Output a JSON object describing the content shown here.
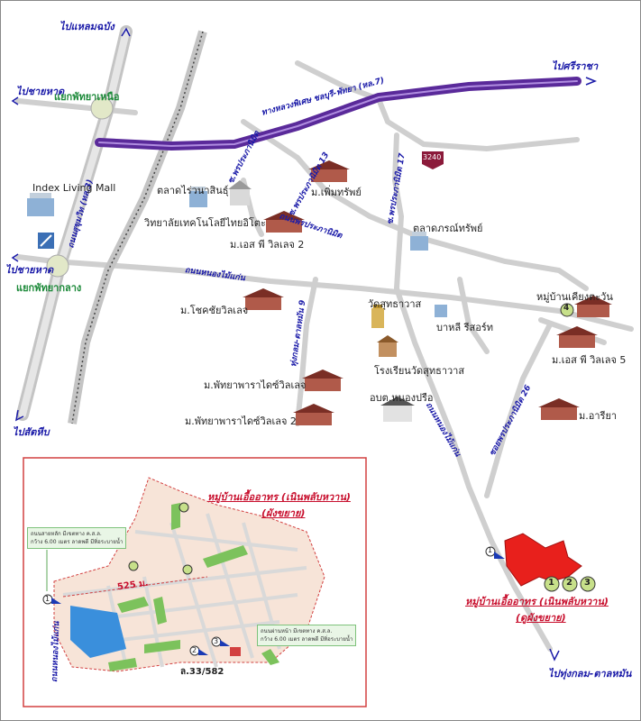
{
  "destinations": {
    "laem_chabang": "ไปแหลมฉบัง",
    "beach_top": "ไปชายหาด",
    "si_racha": "ไปศรีราชา",
    "beach_mid": "ไปชายหาด",
    "sattahip": "ไปสัตหีบ",
    "thung_klom": "ไปทุ่งกลม-ตาลหมัน"
  },
  "junctions": {
    "north": "แยกพัทยาเหนือ",
    "central": "แยกพัทยากลาง"
  },
  "roads": {
    "motorway": "ทางหลวงพิเศษ ชลบุรี-พัทยา (หล.7)",
    "sukhumvit": "ถนนสุขุมวิท (ทล.3)",
    "soi_13": "ซ.พรประภานิมิต 13",
    "soi_17": "ซ.พรประภานิมิต 17",
    "soi_tinh": "ซ.พรประภานิมิต",
    "pornprapa": "ถนนพรประภานิมิต",
    "nong_mai_kaen": "ถนนหนองไม้แก่น",
    "thung_klom_road": "ทุ่งกลม-ตาลหมัน 9",
    "nong_mai_kaen_2": "ถนนหนองไม้แก่น",
    "pornprapa_26": "ซอยพรประภานิมิต 26",
    "route_badge": "3240"
  },
  "places": {
    "index": "Index Living Mall",
    "talad": "ตลาดไร่วนาสินธุ์",
    "tech": "วิทยาลัยเทคโนโลยีไทยอิโตะ",
    "ms_villa2": "ม.เอส พี วิลเลจ 2",
    "m_permsap": "ม.เพิ่มทรัพย์",
    "talad2": "ตลาดภรณ์ทรัพย์",
    "chokechai": "ม.โชคชัยวิลเลจ",
    "wat": "วัดสุทธาวาส",
    "bali": "บาหลี รีสอร์ท",
    "school": "โรงเรียนวัดสุทธาวาส",
    "obt": "อบต.หนองปรือ",
    "pattaya_villa": "ม.พัทยาพาราไดซ์วิลเลจ",
    "pattaya_villa2": "ม.พัทยาพาราไดซ์วิลเลจ 2",
    "kiang": "หมู่บ้านเคียงตะวัน",
    "ms_villa5": "ม.เอส พี วิลเลจ 5",
    "ariya": "ม.อารียา"
  },
  "project": {
    "name": "หมู่บ้านเอื้ออาทร (เนินพลับหวาน)",
    "sub": "(ดูผังขยาย)",
    "inset_name": "หมู่บ้านเอื้ออาทร (เนินพลับหวาน)",
    "inset_sub": "(ผังขยาย)"
  },
  "inset": {
    "distance": "525 ม.",
    "lot": "ล.33/582",
    "note1_line1": "ถนนสายหลัก มีเขตทาง ค.ส.ล.",
    "note1_line2": "กว้าง 6.00 เมตร ลาดพดี มีทิ่อระบายน้ำ",
    "note2_line1": "ถนนผ่านหน้า มีเขตทาง ค.ส.ล.",
    "note2_line2": "กว้าง 6.00 เมตร ลาดพดี มีทิ่อระบายน้ำ",
    "road_label": "ถนนหนองไม้แก่น"
  },
  "markers": [
    "1",
    "2",
    "3",
    "4"
  ],
  "colors": {
    "motorway": "#5a2a9a",
    "project": "#e8201c",
    "road": "#c8c8c8",
    "inset_border": "#d24040",
    "inset_fill": "#f7e4d8",
    "green": "#7cc25c",
    "water": "#3a8fdc"
  }
}
